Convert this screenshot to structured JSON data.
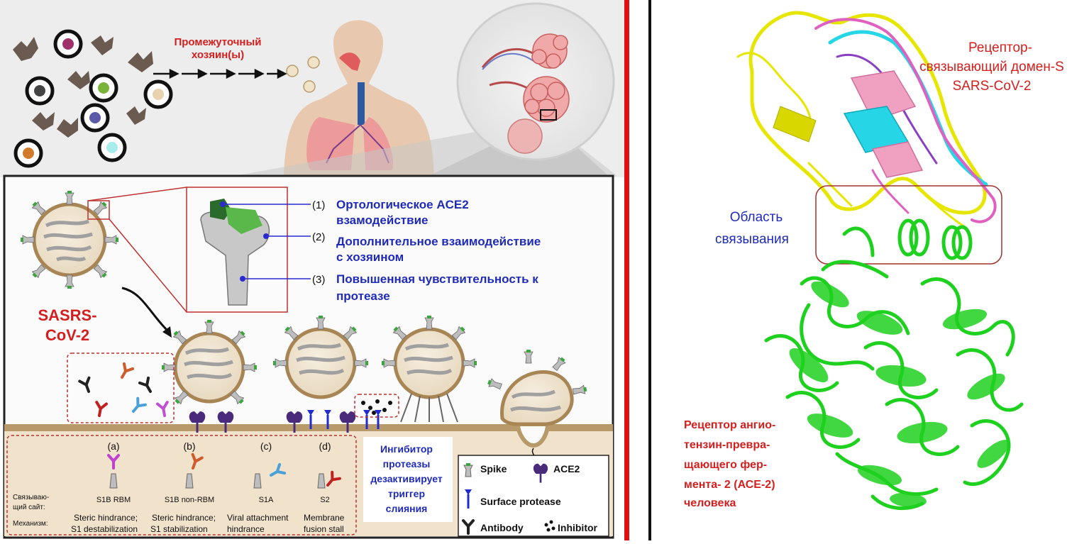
{
  "left": {
    "intermediate_host_line1": "Промежуточный",
    "intermediate_host_line2": "хозяин(ы)",
    "interactions": [
      {
        "num": "(1)",
        "line1": "Ортологическое ACE2",
        "line2": "взамодействие"
      },
      {
        "num": "(2)",
        "line1": "Дополнительное взаимодействие",
        "line2": "с хозяином"
      },
      {
        "num": "(3)",
        "line1": "Повышенная чувствительность к",
        "line2": "протеазе"
      }
    ],
    "virus_name_line1": "SASRS-",
    "virus_name_line2": "CoV-2",
    "protease_text": [
      "Ингибитор",
      "протеазы",
      "дезактивирует",
      "триггер",
      "слияния"
    ],
    "binding_site_label_line1": "Связываю-",
    "binding_site_label_line2": "щий сайт:",
    "mechanism_label": "Механизм:",
    "antibody_types": [
      {
        "letter": "(a)",
        "site": "S1B RBM",
        "mech1": "Steric hindrance;",
        "mech2": "S1 destabilization"
      },
      {
        "letter": "(b)",
        "site": "S1B non-RBM",
        "mech1": "Steric hindrance;",
        "mech2": "S1 stabilization"
      },
      {
        "letter": "(c)",
        "site": "S1A",
        "mech1": "Viral attachment",
        "mech2": "hindrance"
      },
      {
        "letter": "(d)",
        "site": "S2",
        "mech1": "Membrane",
        "mech2": "fusion stall"
      }
    ],
    "legend": {
      "spike": "Spike",
      "ace2": "ACE2",
      "surface_protease": "Surface protease",
      "antibody": "Antibody",
      "inhibitor": "Inhibitor"
    }
  },
  "right": {
    "rbd_line1": "Рецептор-",
    "rbd_line2": "связывающий домен-S",
    "rbd_line3": "SARS-CoV-2",
    "binding_region_line1": "Область",
    "binding_region_line2": "связывания",
    "receptor_lines": [
      "Рецептор ангио-",
      "тензин-превра-",
      "щающего фер-",
      "мента- 2 (АСЕ-2)",
      "человека"
    ]
  },
  "colors": {
    "title_red": "#d41f1f",
    "title_blue": "#1f2bb8",
    "divider_red": "#e01010",
    "protein_green": "#1fd11f",
    "membrane": "#b89a6a"
  }
}
